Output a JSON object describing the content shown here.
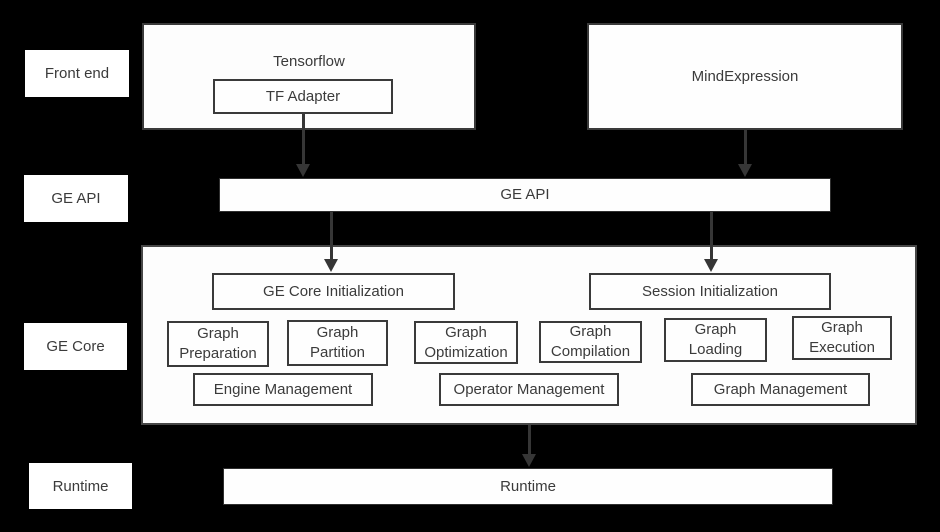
{
  "colors": {
    "background": "#000000",
    "box_fill": "#ffffff",
    "box_border": "#3a3a3a",
    "container_border": "#474747",
    "text": "#3b3b3b",
    "arrow": "#363636"
  },
  "side_labels": {
    "front_end": "Front end",
    "ge_api": "GE API",
    "ge_core": "GE Core",
    "runtime": "Runtime"
  },
  "front_end": {
    "tensorflow": "Tensorflow",
    "tf_adapter": "TF Adapter",
    "mind_expression": "MindExpression"
  },
  "ge_api": {
    "label": "GE API"
  },
  "ge_core": {
    "ge_core_initialization": "GE Core Initialization",
    "session_initialization": "Session Initialization",
    "pipeline": [
      "Graph Preparation",
      "Graph Partition",
      "Graph Optimization",
      "Graph Compilation",
      "Graph Loading",
      "Graph Execution"
    ],
    "management": [
      "Engine Management",
      "Operator Management",
      "Graph Management"
    ]
  },
  "runtime": {
    "label": "Runtime"
  }
}
